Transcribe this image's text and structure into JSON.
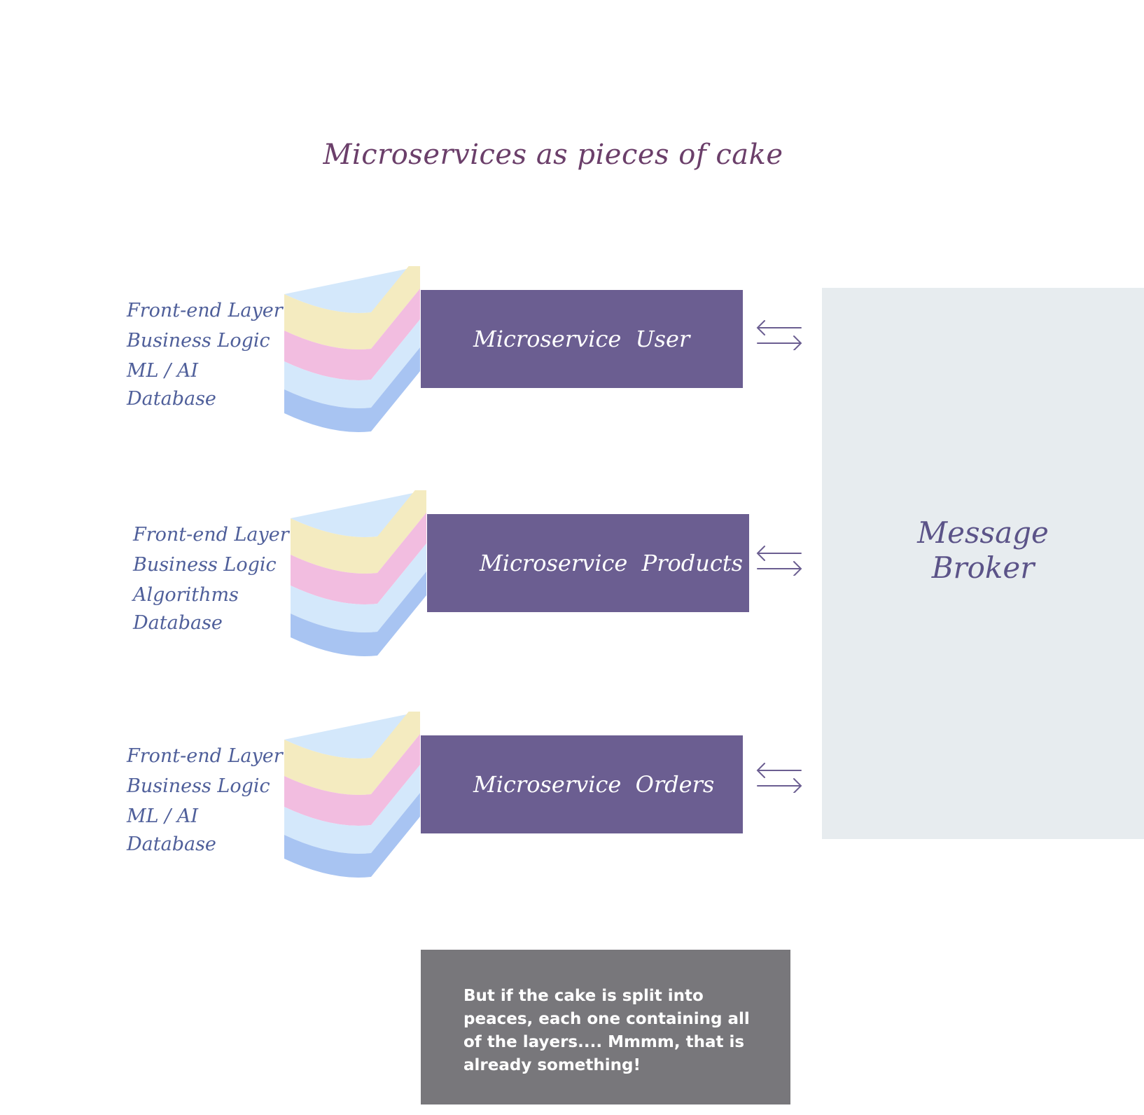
{
  "title": "Microservices as pieces of cake",
  "colors": {
    "title": "#6b3f6a",
    "layer_text": "#4f5f9a",
    "service_box": "#6b5e91",
    "broker_bg": "#e7ecef",
    "broker_text": "#5b5388",
    "note_bg": "#78777b",
    "cake_top": "#d4e8fb",
    "cake_yellow": "#f4ebc0",
    "cake_pink": "#f2bde0",
    "cake_lightblue": "#d4e8fb",
    "cake_blue": "#a8c4f2",
    "arrow": "#6b5e91"
  },
  "services": [
    {
      "label": "Microservice  User",
      "layers": [
        "Front-end Layer",
        "Business Logic",
        "ML / AI",
        "Database"
      ],
      "icons": [
        "cake-slice-icon",
        "bidirectional-arrows-icon"
      ]
    },
    {
      "label": "Microservice  Products",
      "layers": [
        "Front-end Layer",
        "Business Logic",
        "Algorithms",
        "Database"
      ],
      "icons": [
        "cake-slice-icon",
        "bidirectional-arrows-icon"
      ]
    },
    {
      "label": "Microservice  Orders",
      "layers": [
        "Front-end Layer",
        "Business Logic",
        "ML / AI",
        "Database"
      ],
      "icons": [
        "cake-slice-icon",
        "bidirectional-arrows-icon"
      ]
    }
  ],
  "broker": {
    "line1": "Message",
    "line2": "Broker"
  },
  "note": {
    "text": "But if the cake is split into peaces, each one containing all of the layers.... Mmmm, that is already something!"
  }
}
